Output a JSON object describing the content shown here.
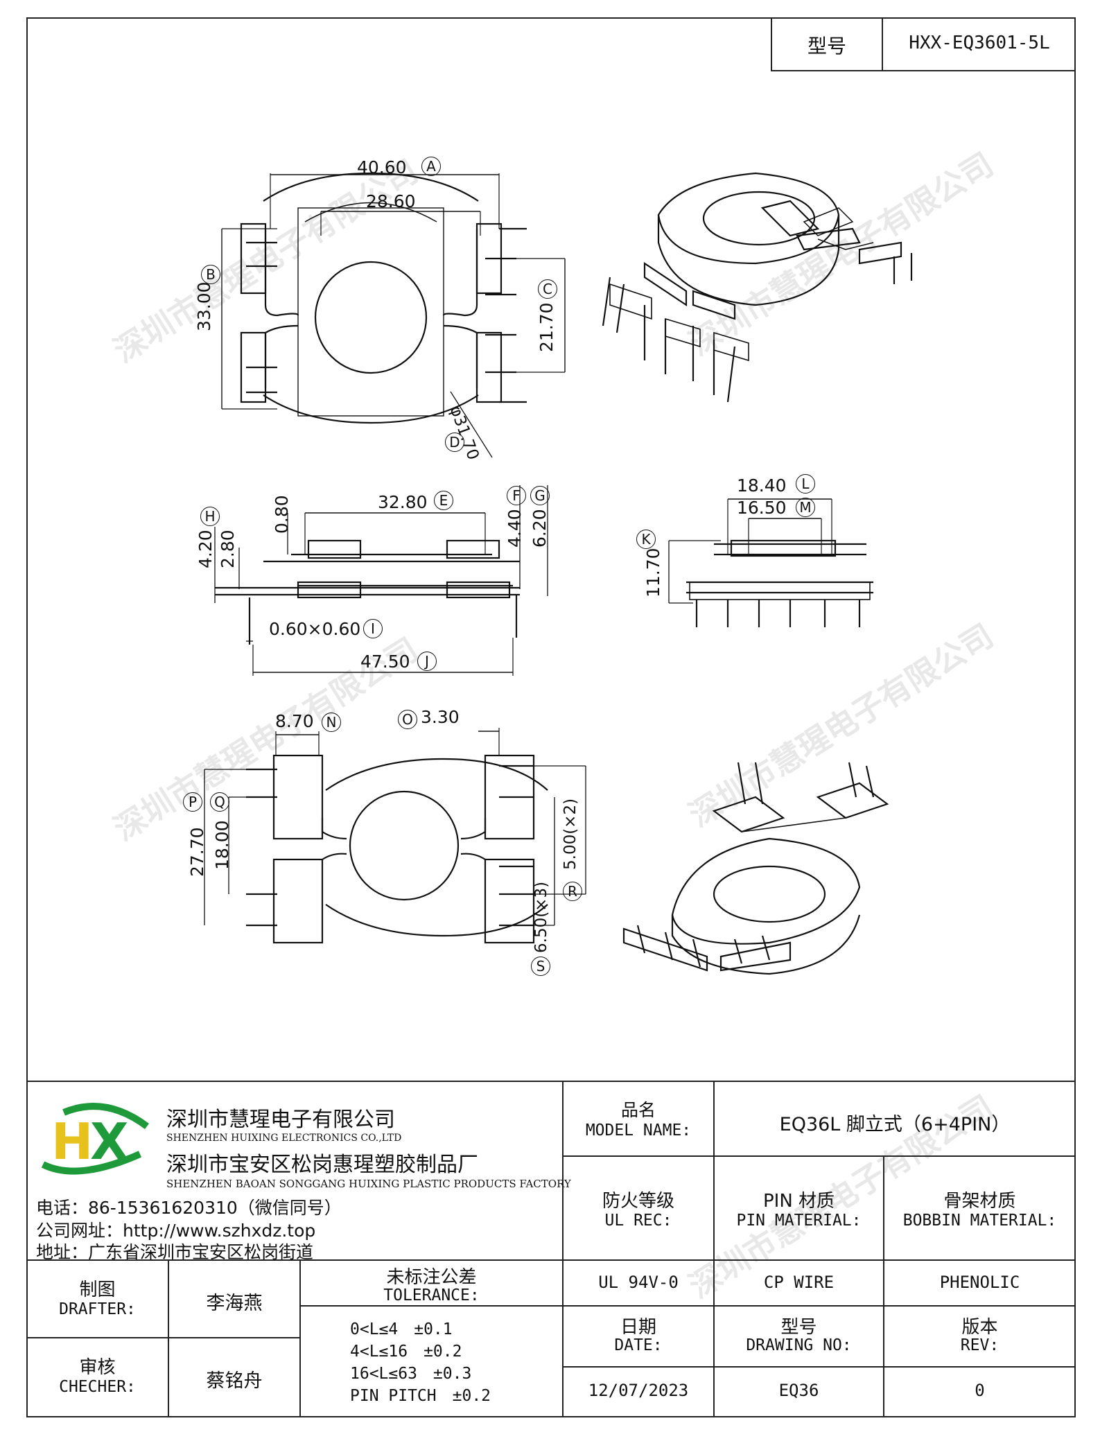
{
  "header": {
    "model_label": "型号",
    "model_value": "HXX-EQ3601-5L"
  },
  "dims": {
    "top_view": {
      "A": "40.60",
      "A_letter": "A",
      "w28": "28.60",
      "B": "33.00",
      "B_letter": "B",
      "C": "21.70",
      "C_letter": "C",
      "D": "φ31.70",
      "D_letter": "D"
    },
    "side_view": {
      "E": "32.80",
      "E_letter": "E",
      "F": "4.40",
      "F_letter": "F",
      "G": "6.20",
      "G_letter": "G",
      "H": "4.20",
      "H_letter": "H",
      "h28": "2.80",
      "h08": "0.80",
      "I": "0.60×0.60",
      "I_letter": "I",
      "J": "47.50",
      "J_letter": "J"
    },
    "end_view": {
      "L": "18.40",
      "L_letter": "L",
      "M": "16.50",
      "M_letter": "M",
      "K": "11.70",
      "K_letter": "K"
    },
    "bottom_view": {
      "N": "8.70",
      "N_letter": "N",
      "O": "3.30",
      "O_letter": "O",
      "P": "27.70",
      "P_letter": "P",
      "Q": "18.00",
      "Q_letter": "Q",
      "R": "5.00(×2)",
      "R_letter": "R",
      "S": "6.50(×3)",
      "S_letter": "S"
    }
  },
  "watermark": "深圳市慧瑆电子有限公司",
  "company": {
    "name_cn": "深圳市慧瑆电子有限公司",
    "name_en": "SHENZHEN HUIXING ELECTRONICS CO.,LTD",
    "factory_cn": "深圳市宝安区松岗惠瑆塑胶制品厂",
    "factory_en": "SHENZHEN BAOAN SONGGANG HUIXING PLASTIC PRODUCTS FACTORY",
    "phone": "电话：86-15361620310（微信同号）",
    "website": "公司网址：http://www.szhxdz.top",
    "address": "地址：广东省深圳市宝安区松岗街道",
    "logo_h": "H",
    "logo_x": "X",
    "logo_colors": {
      "green": "#1e9a3a",
      "yellow": "#e8c21c"
    }
  },
  "title_block": {
    "model_name_cn": "品名",
    "model_name_en": "MODEL NAME:",
    "model_name_value": "EQ36L 脚立式（6+4PIN）",
    "ul_rec_cn": "防火等级",
    "ul_rec_en": "UL REC:",
    "pin_mat_cn": "PIN 材质",
    "pin_mat_en": "PIN MATERIAL:",
    "bobbin_mat_cn": "骨架材质",
    "bobbin_mat_en": "BOBBIN MATERIAL:",
    "ul_value": "UL 94V-0",
    "pin_value": "CP WIRE",
    "bobbin_value": "PHENOLIC",
    "drafter_cn": "制图",
    "drafter_en": "DRAFTER:",
    "drafter_name": "李海燕",
    "checker_cn": "审核",
    "checker_en": "CHECHER:",
    "checker_name": "蔡铭舟",
    "tolerance_cn": "未标注公差",
    "tolerance_en": "TOLERANCE:",
    "tolerances": [
      "0<L≤4　±0.1",
      "4<L≤16　±0.2",
      "16<L≤63　±0.3",
      "PIN PITCH　±0.2"
    ],
    "date_cn": "日期",
    "date_en": "DATE:",
    "date_value": "12/07/2023",
    "drawing_cn": "型号",
    "drawing_en": "DRAWING NO:",
    "drawing_value": "EQ36",
    "rev_cn": "版本",
    "rev_en": "REV:",
    "rev_value": "0"
  }
}
